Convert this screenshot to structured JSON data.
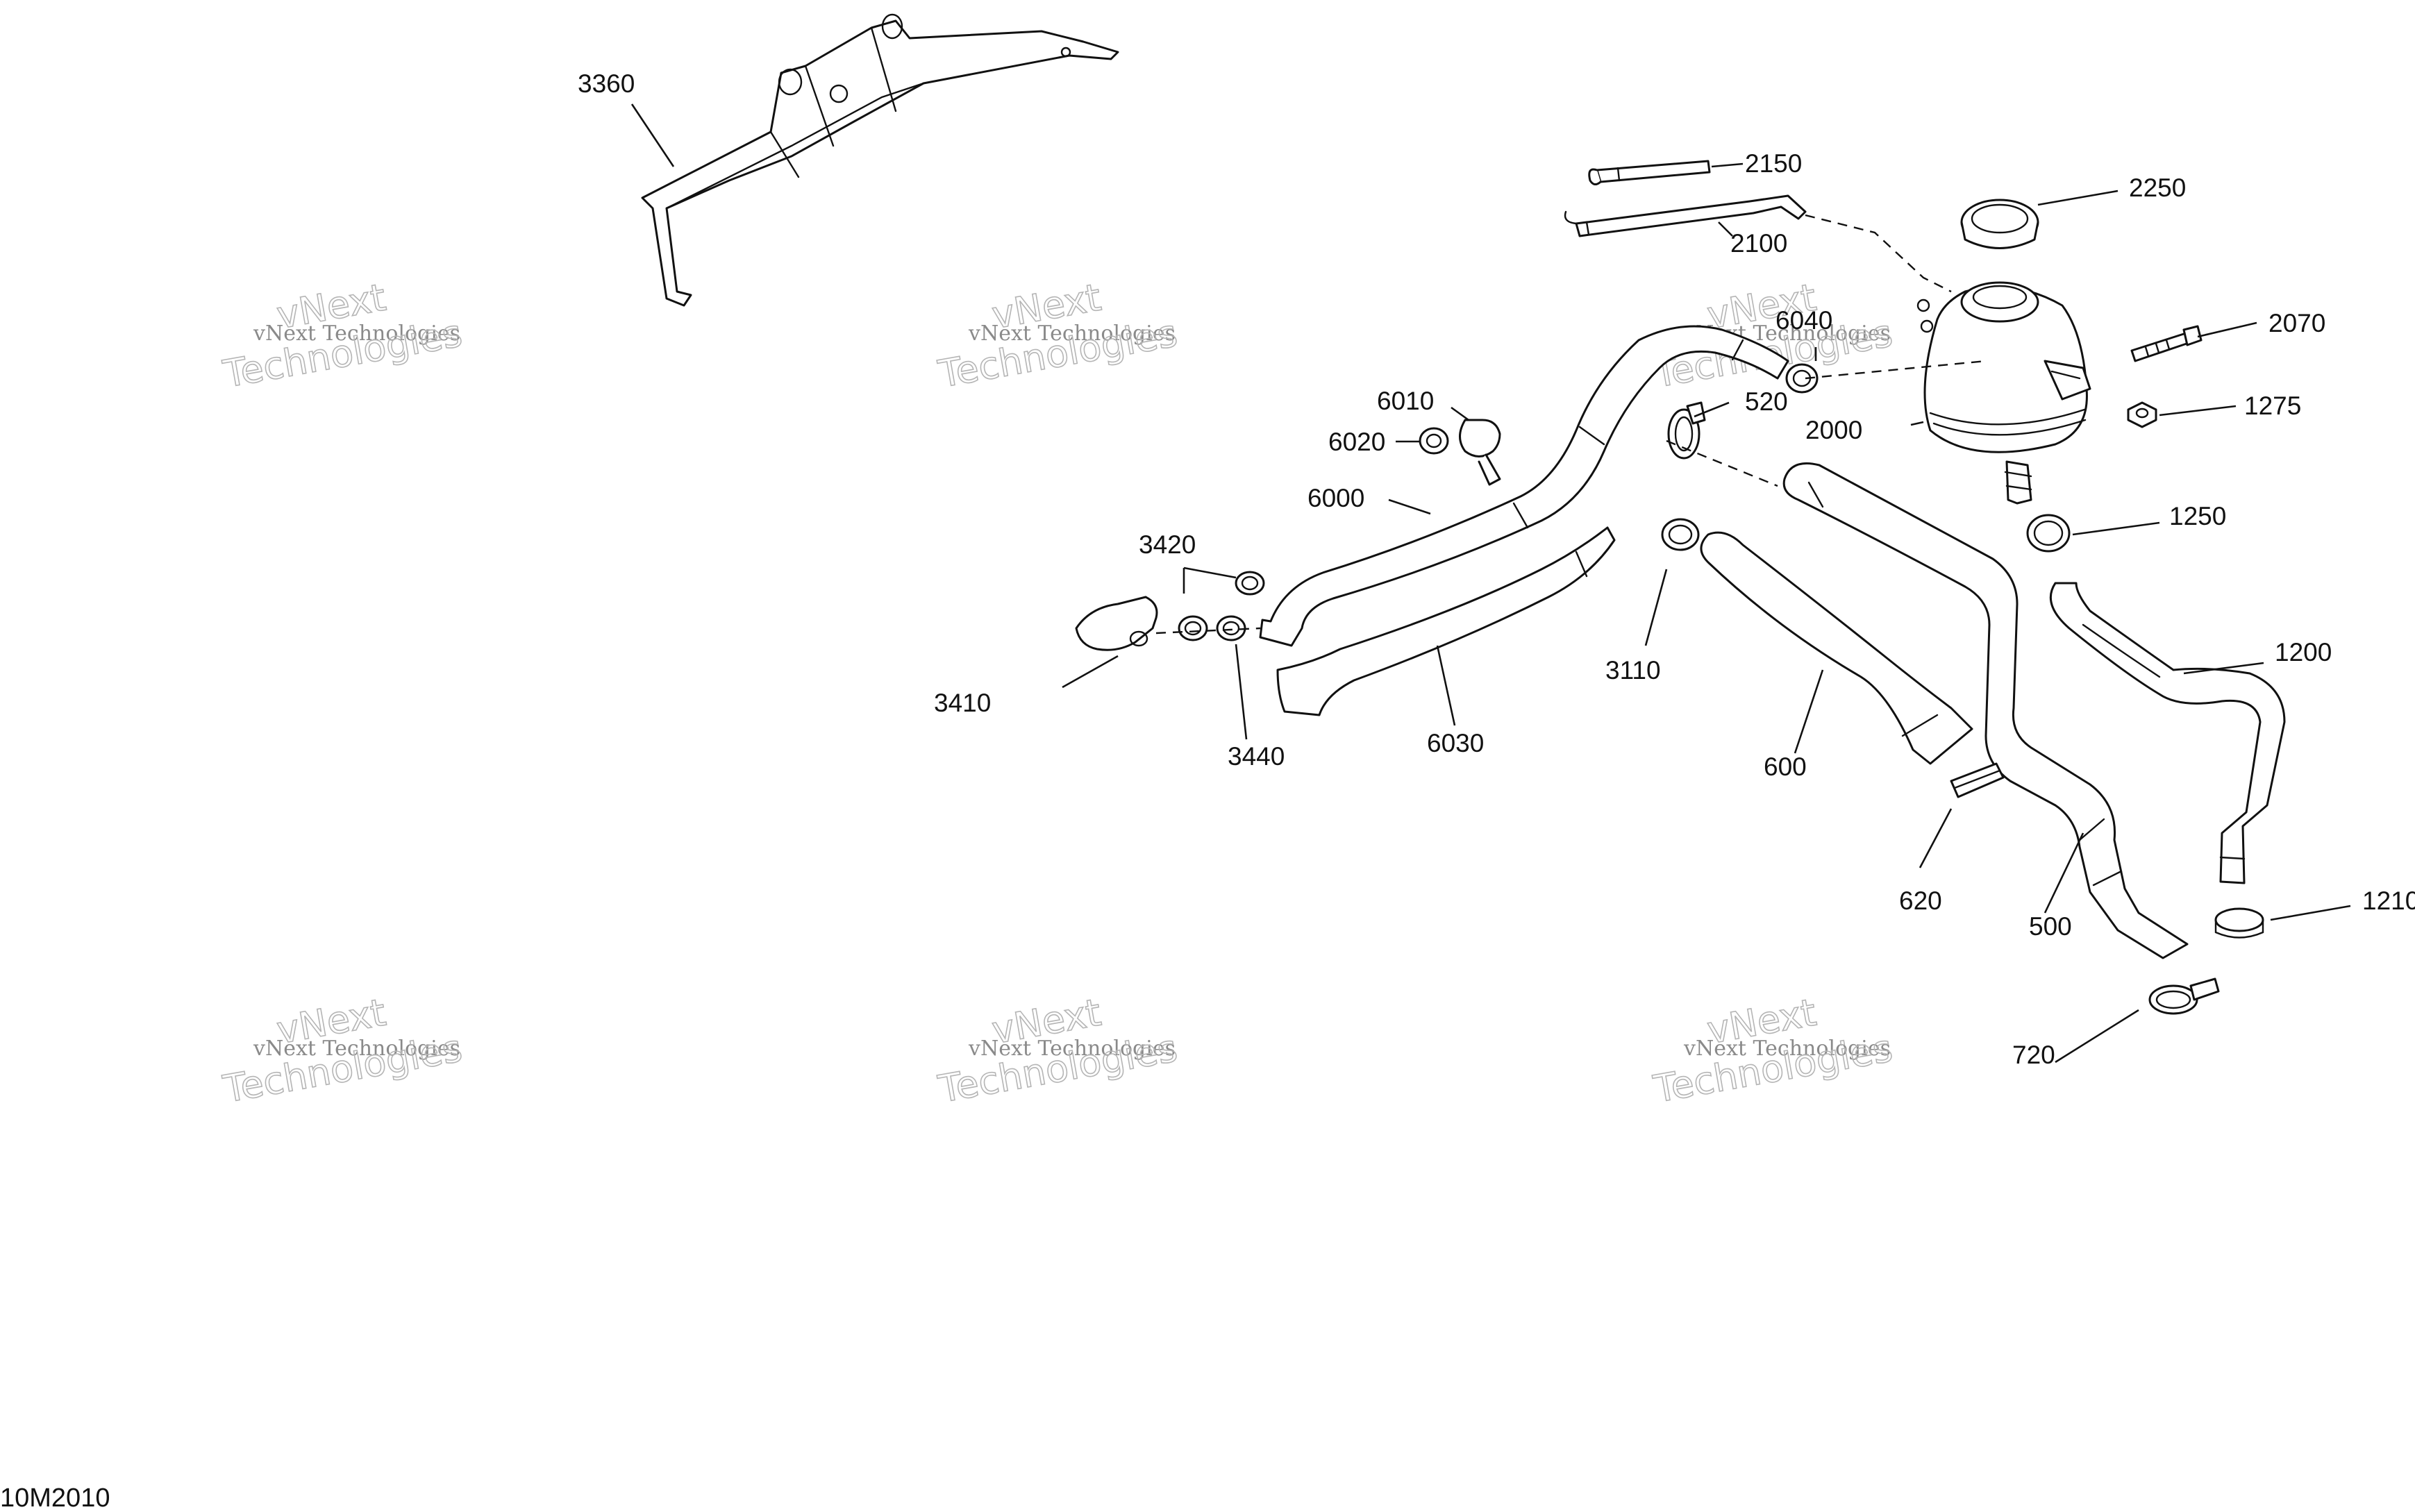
{
  "callouts": {
    "c3360": "3360",
    "c2150": "2150",
    "c2100": "2100",
    "c2250": "2250",
    "c2070": "2070",
    "c1275": "1275",
    "c6040": "6040",
    "c520": "520",
    "c2000": "2000",
    "c6010": "6010",
    "c6020": "6020",
    "c6000": "6000",
    "c1250": "1250",
    "c3420": "3420",
    "c3410": "3410",
    "c3440": "3440",
    "c6030": "6030",
    "c3110": "3110",
    "c600": "600",
    "c1200": "1200",
    "c620": "620",
    "c500": "500",
    "c1210": "1210",
    "c720": "720"
  },
  "watermark": {
    "line1": "vNext Technologies",
    "line2": "vNext",
    "line3": "Technologies"
  },
  "diagram_code": "10M2010",
  "colors": {
    "line": "#111111",
    "watermark": "#b5b5b5",
    "background": "#ffffff"
  }
}
